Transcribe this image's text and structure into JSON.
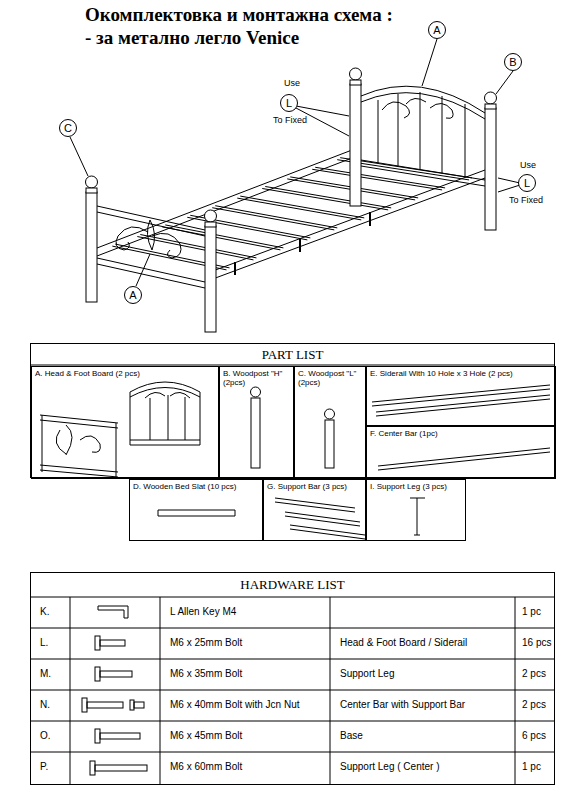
{
  "diagram": {
    "title": "Окомплектовка и монтажна схема :",
    "nodes": [
      {
        "text": [
          "A"
        ]
      },
      {
        "text": [
          "B"
        ]
      },
      {
        "text": [
          "C"
        ]
      },
      {
        "text": [
          "A"
        ]
      },
      {
        "text": [
          "L"
        ]
      },
      {
        "text": [
          "L"
        ]
      },
      {
        "text": [
          "PART LIST"
        ]
      },
      {
        "text": [
          "A. Head & Foot Board (2 pcs)"
        ],
        "in": 6
      },
      {
        "text": [
          "B. Woodpost \"H\" (2pcs)"
        ],
        "in": 6
      },
      {
        "text": [
          "C. Woodpost \"L\" (2pcs)"
        ],
        "in": 6
      },
      {
        "text": [
          "E. Siderail With 10 Hole x 3 Hole (2 pcs)"
        ],
        "in": 6
      },
      {
        "text": [
          "F. Center Bar (1pc)"
        ],
        "in": 6
      },
      {
        "text": [
          "D. Wooden Bed Slat (10 pcs)"
        ],
        "in": 6
      },
      {
        "text": [
          "G. Support Bar (3 pcs)"
        ],
        "in": 6
      },
      {
        "text": [
          "I. Support Leg (3 pcs)"
        ],
        "in": 6
      },
      {
        "text": [
          "HARDWARE LIST"
        ]
      }
    ],
    "labels": [
      "- за метално легло Venice",
      "Use",
      "To Fixed",
      "Use",
      "To Fixed",
      "K.",
      "L Allen Key M4",
      "1 pc",
      "L.",
      "M6 x 25mm Bolt",
      "Head & Foot Board / Siderail",
      "16 pcs",
      "M.",
      "M6 x 35mm Bolt",
      "Support Leg",
      "2 pcs",
      "N.",
      "M6 x 40mm Bolt with Jcn Nut",
      "Center Bar with Support Bar",
      "2 pcs",
      "O.",
      "M6 x 45mm Bolt",
      "Base",
      "6 pcs",
      "P.",
      "M6 x 60mm Bolt",
      "Support Leg ( Center )",
      "1 pc"
    ]
  }
}
